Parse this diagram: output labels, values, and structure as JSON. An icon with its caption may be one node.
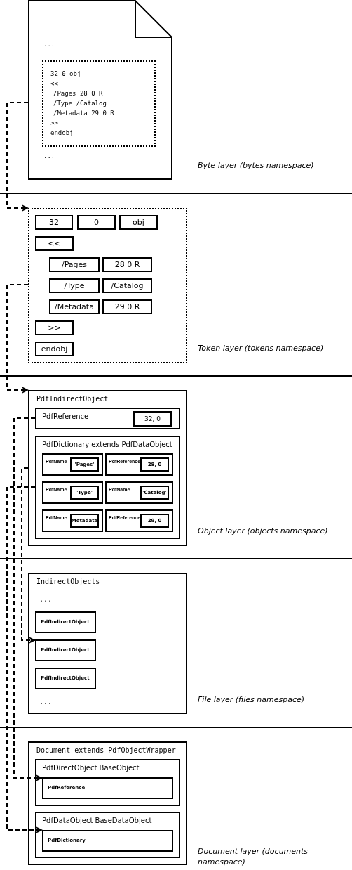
{
  "diagram": {
    "nodes": [
      {
        "text": [
          "...",
          "..."
        ]
      },
      {
        "text": [
          "32 0 obj",
          "<<",
          "/Pages 28 0 R",
          "/Type /Catalog",
          "/Metadata 29 0 R",
          ">>",
          "endobj"
        ],
        "in": 0
      },
      {
        "text": [],
        "shape": "box"
      },
      {
        "text": [
          "32"
        ],
        "in": 2
      },
      {
        "text": [
          "0"
        ],
        "in": 2
      },
      {
        "text": [
          "obj"
        ],
        "in": 2
      },
      {
        "text": [
          "<<"
        ],
        "in": 2
      },
      {
        "text": [
          "/Pages"
        ],
        "in": 2
      },
      {
        "text": [
          "28 0 R"
        ],
        "in": 2
      },
      {
        "text": [
          "/Type"
        ],
        "in": 2
      },
      {
        "text": [
          "/Catalog"
        ],
        "in": 2
      },
      {
        "text": [
          "/Metadata"
        ],
        "in": 2
      },
      {
        "text": [
          "29 0 R"
        ],
        "in": 2
      },
      {
        "text": [
          ">>"
        ],
        "in": 2
      },
      {
        "text": [
          "endobj"
        ],
        "in": 2
      },
      {
        "text": [
          "PdfIndirectObject"
        ]
      },
      {
        "text": [
          "PdfReference"
        ],
        "in": 15
      },
      {
        "text": [
          "32, 0"
        ],
        "in": 16
      },
      {
        "text": [
          "PdfDictionary extends PdfDataObject"
        ],
        "in": 15
      },
      {
        "text": [
          "PdfName"
        ],
        "in": 18
      },
      {
        "text": [
          "'Pages'"
        ],
        "in": 19
      },
      {
        "text": [
          "PdfReference"
        ],
        "in": 18
      },
      {
        "text": [
          "28, 0"
        ],
        "in": 21
      },
      {
        "text": [
          "PdfName"
        ],
        "in": 18
      },
      {
        "text": [
          "'Type'"
        ],
        "in": 23
      },
      {
        "text": [
          "PdfName"
        ],
        "in": 18
      },
      {
        "text": [
          "'Catalog'"
        ],
        "in": 25
      },
      {
        "text": [
          "PdfName"
        ],
        "in": 18
      },
      {
        "text": [
          "'Metadata'"
        ],
        "in": 27
      },
      {
        "text": [
          "PdfReference"
        ],
        "in": 18
      },
      {
        "text": [
          "29, 0"
        ],
        "in": 29
      },
      {
        "text": [
          "IndirectObjects",
          "...",
          "..."
        ]
      },
      {
        "text": [
          "PdfIndirectObject"
        ],
        "in": 31
      },
      {
        "text": [
          "PdfIndirectObject"
        ],
        "in": 31
      },
      {
        "text": [
          "PdfIndirectObject"
        ],
        "in": 31
      },
      {
        "text": [
          "Document extends PdfObjectWrapper"
        ]
      },
      {
        "text": [
          "PdfDirectObject BaseObject"
        ],
        "in": 35
      },
      {
        "text": [
          "PdfReference"
        ],
        "in": 36
      },
      {
        "text": [
          "PdfDataObject BaseDataObject"
        ],
        "in": 35
      },
      {
        "text": [
          "PdfDictionary"
        ],
        "in": 38
      }
    ],
    "edges": [
      {
        "from": 1,
        "to": 2,
        "arrow": "to",
        "style": "dashed"
      },
      {
        "from": 2,
        "to": 15,
        "arrow": "to",
        "style": "dashed"
      },
      {
        "from": 16,
        "to": 37,
        "arrow": "to",
        "style": "dashed"
      },
      {
        "from": 15,
        "to": 33,
        "arrow": "to",
        "style": "dashed"
      },
      {
        "from": 18,
        "to": 39,
        "arrow": "to",
        "style": "dashed"
      }
    ],
    "labels": [
      "Byte layer (bytes namespace)",
      "Token layer (tokens namespace)",
      "Object layer (objects namespace)",
      "File layer (files namespace)",
      "Document layer (documents namespace)"
    ]
  }
}
